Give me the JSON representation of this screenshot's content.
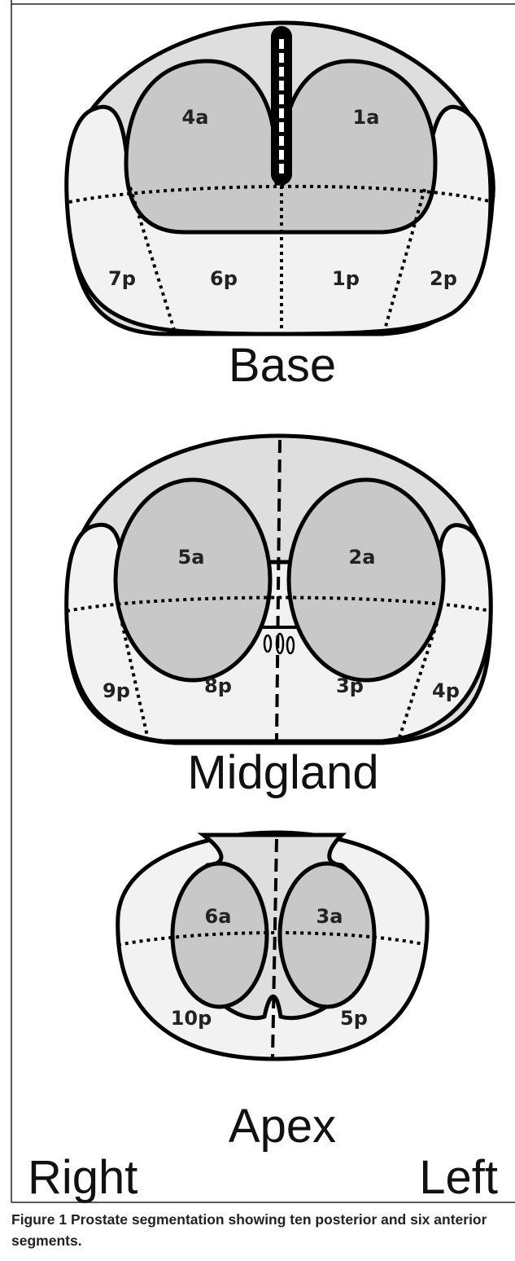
{
  "levels": {
    "base": {
      "title": "Base",
      "segments": [
        "4a",
        "1a",
        "7p",
        "6p",
        "1p",
        "2p"
      ]
    },
    "midgland": {
      "title": "Midgland",
      "segments": [
        "5a",
        "2a",
        "9p",
        "8p",
        "3p",
        "4p"
      ]
    },
    "apex": {
      "title": "Apex",
      "segments": [
        "6a",
        "3a",
        "10p",
        "5p"
      ]
    }
  },
  "orientation": {
    "right": "Right",
    "left": "Left"
  },
  "caption": {
    "label": "Figure 1",
    "text": "Prostate segmentation showing ten posterior and six anterior segments."
  },
  "colors": {
    "outline": "#000000",
    "anterior_zone": "#c8c8c8",
    "outer_gland": "#dedede",
    "posterior_zone": "#f2f2f2"
  }
}
